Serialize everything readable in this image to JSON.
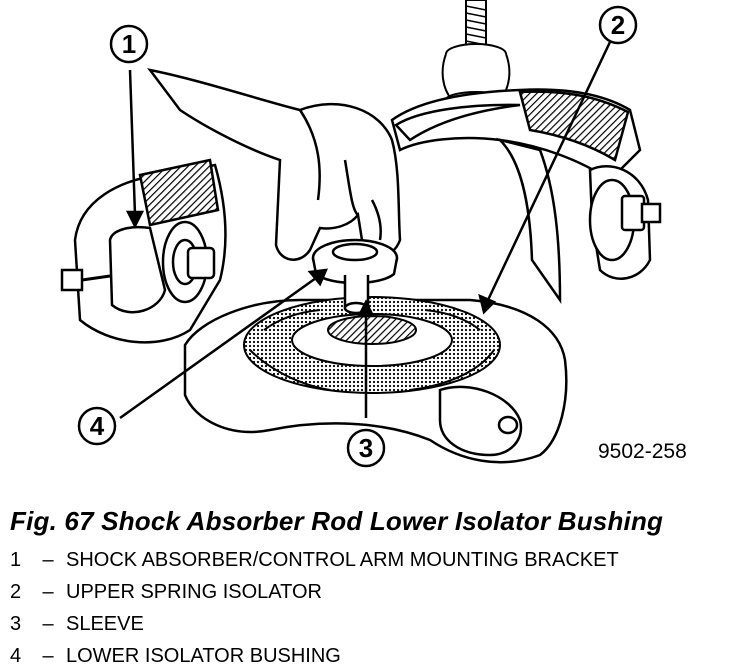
{
  "figure_id": "9502-258",
  "caption": "Fig. 67 Shock Absorber Rod Lower Isolator Bushing",
  "callouts": [
    {
      "number": "1"
    },
    {
      "number": "2"
    },
    {
      "number": "3"
    },
    {
      "number": "4"
    }
  ],
  "legend": [
    {
      "number": "1",
      "dash": "–",
      "label": "SHOCK ABSORBER/CONTROL ARM MOUNTING BRACKET"
    },
    {
      "number": "2",
      "dash": "–",
      "label": "UPPER SPRING ISOLATOR"
    },
    {
      "number": "3",
      "dash": "–",
      "label": "SLEEVE"
    },
    {
      "number": "4",
      "dash": "–",
      "label": "LOWER ISOLATOR BUSHING"
    }
  ]
}
